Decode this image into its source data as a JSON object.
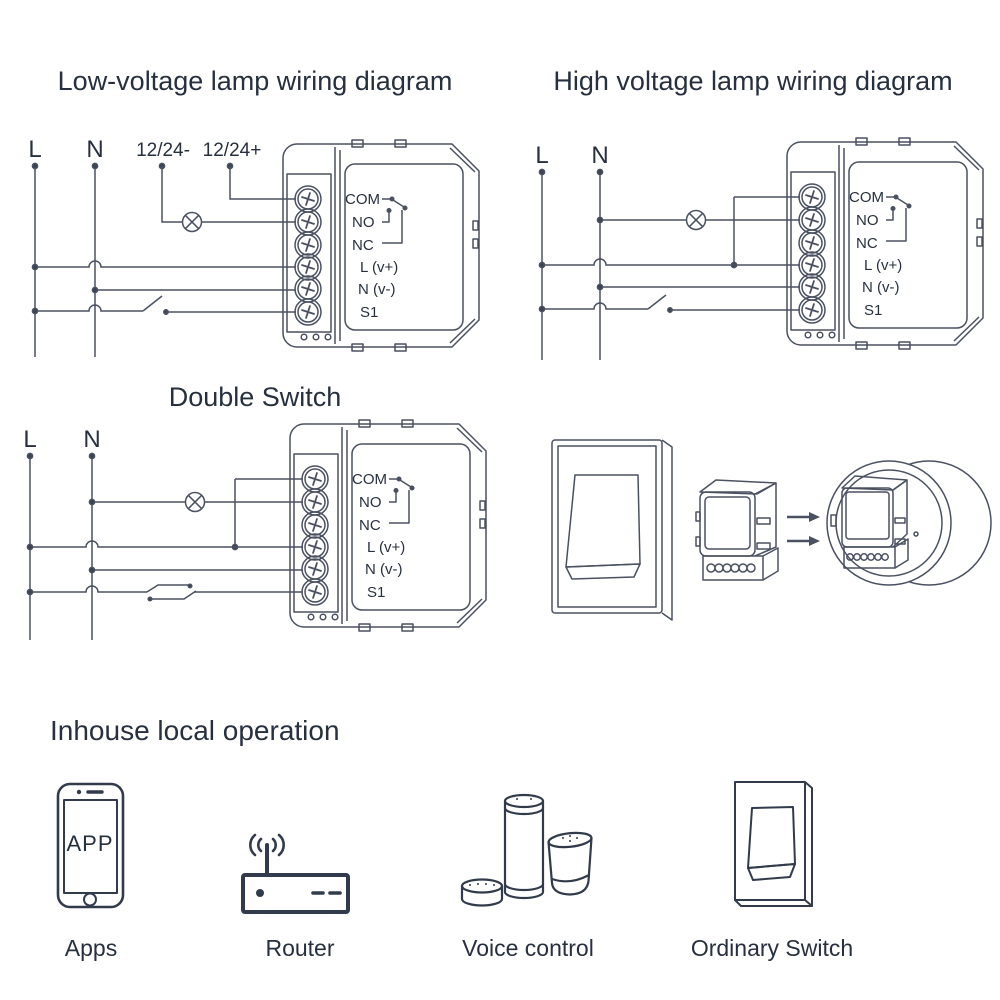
{
  "page": {
    "background_color": "#ffffff",
    "text_color": "#27303f",
    "line_color": "#4a5161"
  },
  "diagrams": {
    "low_voltage": {
      "title": "Low-voltage lamp wiring diagram",
      "wire_labels": [
        "L",
        "N",
        "12/24-",
        "12/24+"
      ]
    },
    "high_voltage": {
      "title": "High voltage lamp wiring diagram",
      "wire_labels": [
        "L",
        "N"
      ]
    },
    "double_switch": {
      "title": "Double Switch",
      "wire_labels": [
        "L",
        "N"
      ]
    },
    "module_terminal_labels": [
      "COM",
      "NO",
      "NC",
      "L (v+)",
      "N (v-)",
      "S1"
    ]
  },
  "installation": {
    "icons": [
      "wall-switch",
      "relay-module",
      "round-junction-box"
    ]
  },
  "local_operation": {
    "title": "Inhouse local operation",
    "items": [
      {
        "label": "Apps",
        "icon": "smartphone-icon",
        "screen_text": "APP"
      },
      {
        "label": "Router",
        "icon": "router-icon"
      },
      {
        "label": "Voice control",
        "icon": "smart-speakers-icon"
      },
      {
        "label": "Ordinary Switch",
        "icon": "wall-switch-icon"
      }
    ]
  }
}
